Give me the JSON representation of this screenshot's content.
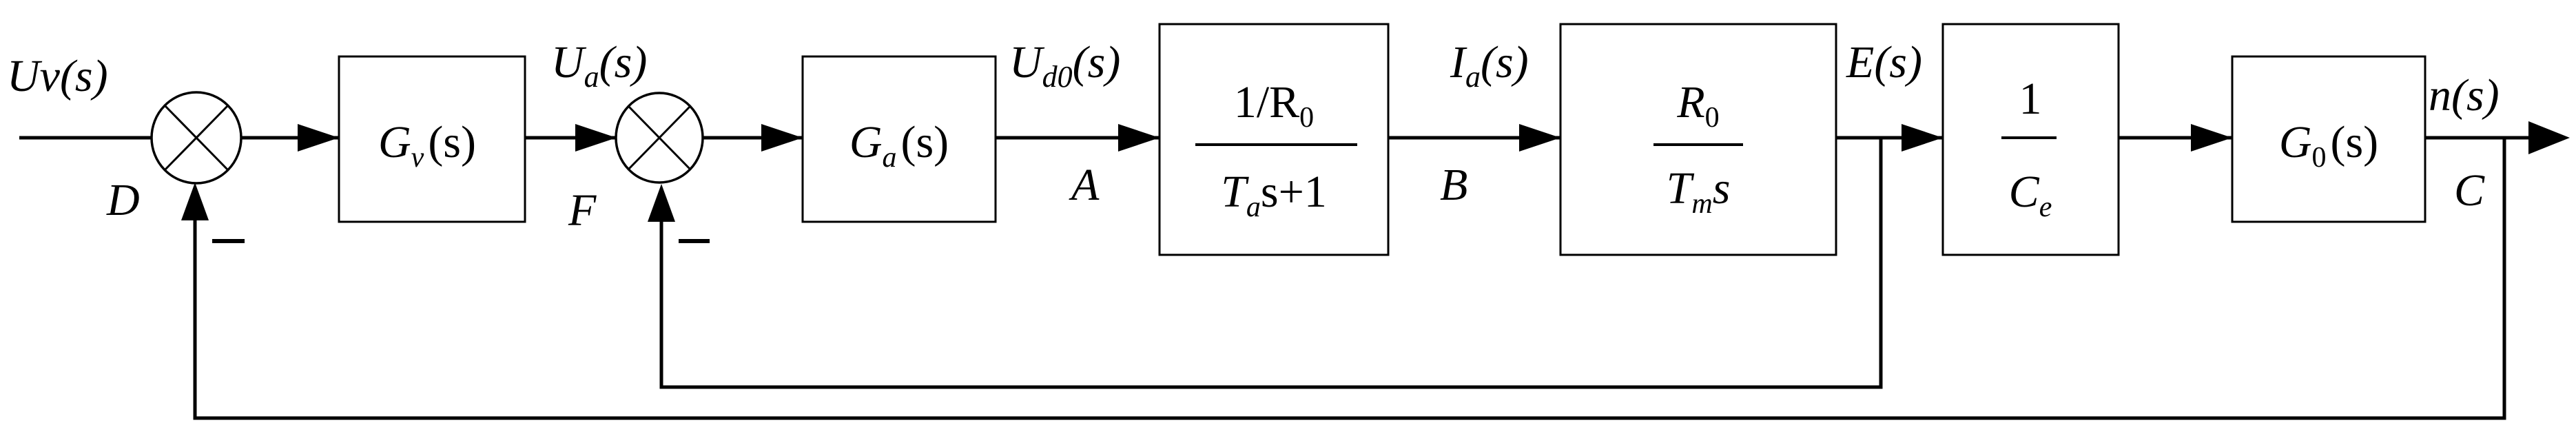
{
  "signals": {
    "uv": "Uv(s)",
    "ua_main": "U",
    "ua_sub": "a",
    "ua_tail": "(s)",
    "ud0_main": "U",
    "ud0_sub": "d0",
    "ud0_tail": "(s)",
    "ia_main": "I",
    "ia_sub": "a",
    "ia_tail": "(s)",
    "e": "E(s)",
    "n": "n(s)"
  },
  "nodes": {
    "d": "D",
    "f": "F",
    "a": "A",
    "b": "B",
    "c": "C"
  },
  "summing_junctions": {
    "sign_1": "–",
    "sign_2": "–"
  },
  "blocks": {
    "gv": {
      "main": "G",
      "sub": "v",
      "arg": "(s)"
    },
    "ga": {
      "main": "G",
      "sub": "a",
      "arg": "(s)"
    },
    "current": {
      "num": "1/R",
      "num_sub": "0",
      "den_t": "T",
      "den_sub": "a",
      "den_rest": "s+1"
    },
    "mech": {
      "num": "R",
      "num_sub": "0",
      "den_t": "T",
      "den_sub": "m",
      "den_rest": "s"
    },
    "ce": {
      "num": "1",
      "den": "C",
      "den_sub": "e"
    },
    "g0": {
      "main": "G",
      "sub": "0",
      "arg": "(s)"
    }
  }
}
